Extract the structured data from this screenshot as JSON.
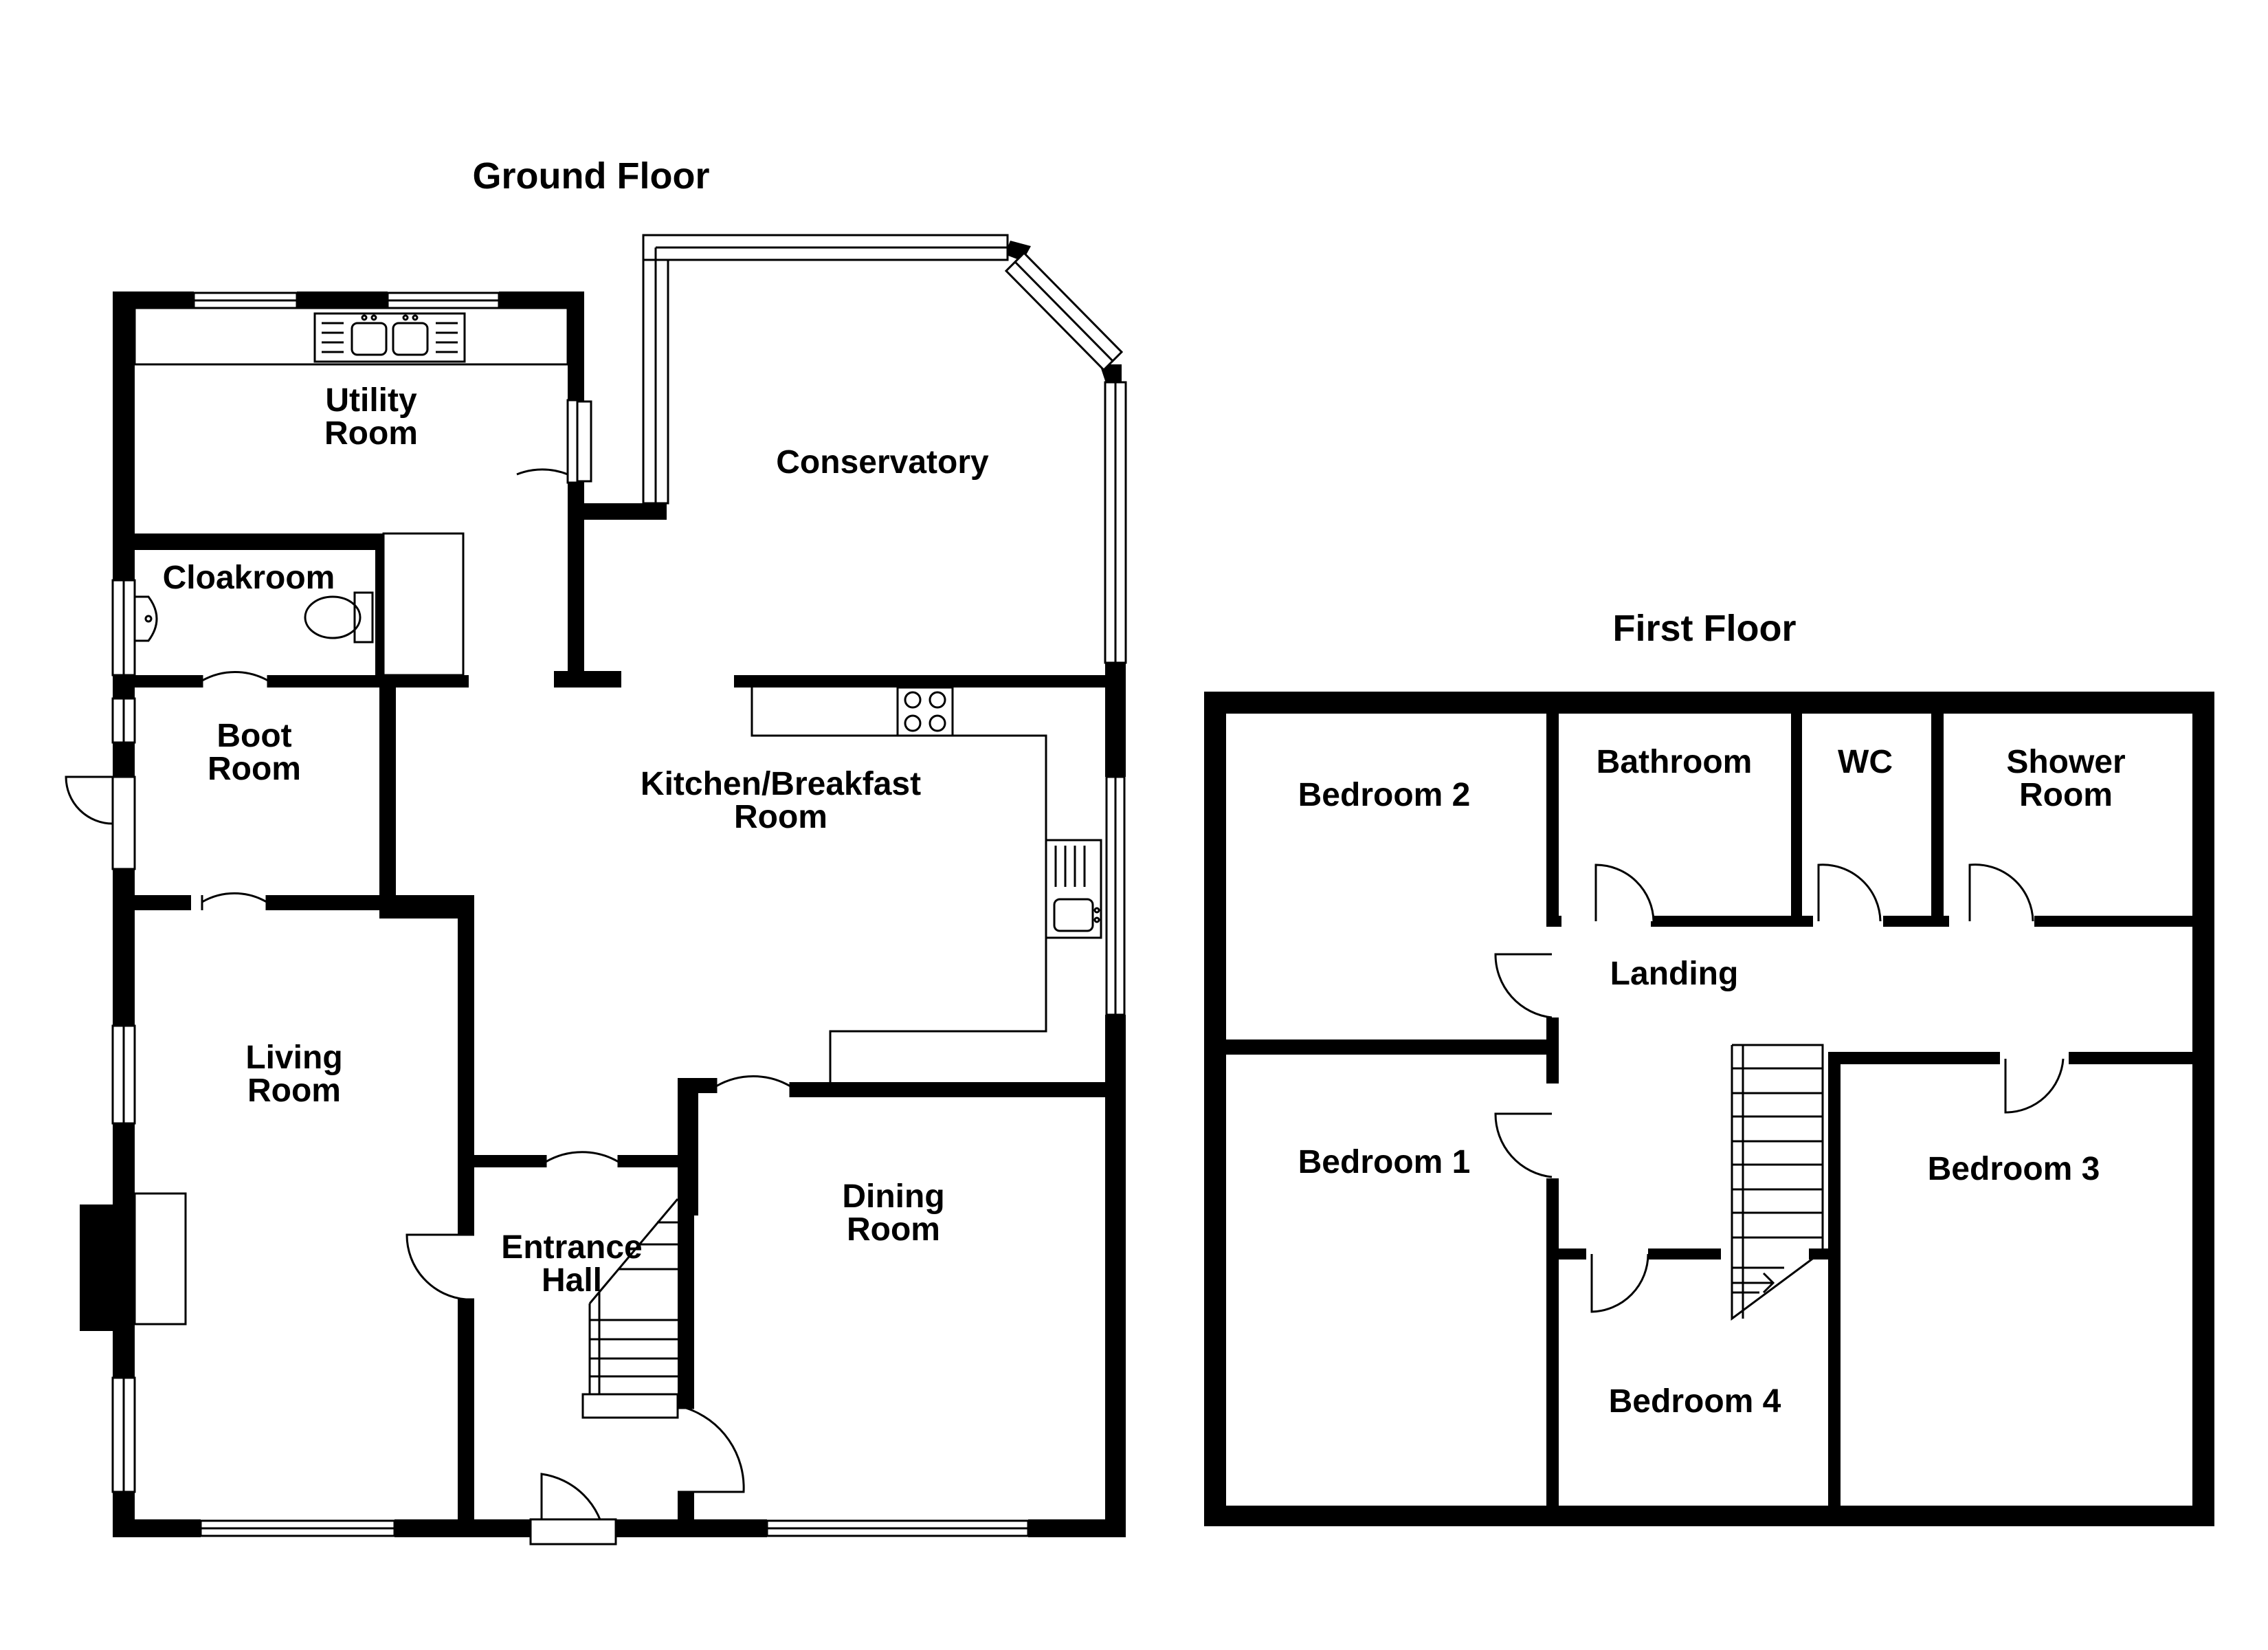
{
  "floors": {
    "ground": {
      "title": "Ground Floor"
    },
    "first": {
      "title": "First Floor"
    }
  },
  "rooms": {
    "utility": [
      "Utility",
      "Room"
    ],
    "conservatory": [
      "Conservatory"
    ],
    "cloakroom": [
      "Cloakroom"
    ],
    "boot": [
      "Boot",
      "Room"
    ],
    "kitchen": [
      "Kitchen/Breakfast",
      "Room"
    ],
    "living": [
      "Living",
      "Room"
    ],
    "dining": [
      "Dining",
      "Room"
    ],
    "entrance": [
      "Entrance",
      "Hall"
    ],
    "bedroom2": [
      "Bedroom 2"
    ],
    "bathroom": [
      "Bathroom"
    ],
    "wc": [
      "WC"
    ],
    "shower": [
      "Shower",
      "Room"
    ],
    "landing": [
      "Landing"
    ],
    "bedroom1": [
      "Bedroom 1"
    ],
    "bedroom3": [
      "Bedroom 3"
    ],
    "bedroom4": [
      "Bedroom 4"
    ]
  },
  "colors": {
    "wall": "#000000",
    "background": "#ffffff"
  }
}
